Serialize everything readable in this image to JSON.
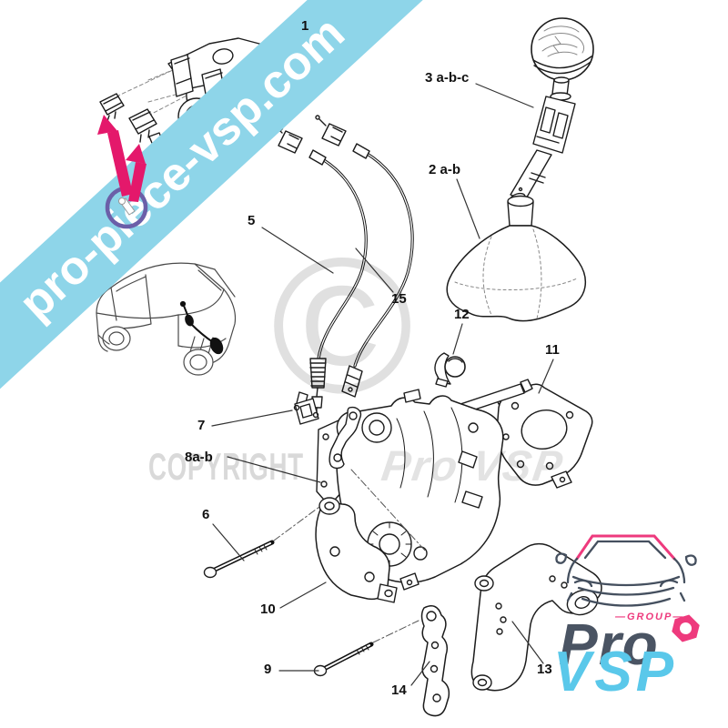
{
  "banner": {
    "text": "pro-piece-vsp.com",
    "bg": "#8ed5e9",
    "fg": "#ffffff"
  },
  "watermark": {
    "symbol": "©",
    "copyright": "COPYRIGHT",
    "brand": "Pro VSP",
    "color": "#dcdcdc"
  },
  "callouts": [
    {
      "id": "1",
      "text": "1"
    },
    {
      "id": "3abc",
      "text": "3 a-b-c"
    },
    {
      "id": "2ab",
      "text": "2 a-b"
    },
    {
      "id": "5",
      "text": "5"
    },
    {
      "id": "15",
      "text": "15"
    },
    {
      "id": "12",
      "text": "12"
    },
    {
      "id": "11",
      "text": "11"
    },
    {
      "id": "7",
      "text": "7"
    },
    {
      "id": "8ab",
      "text": "8a-b"
    },
    {
      "id": "6",
      "text": "6"
    },
    {
      "id": "10",
      "text": "10"
    },
    {
      "id": "9",
      "text": "9"
    },
    {
      "id": "14",
      "text": "14"
    },
    {
      "id": "13",
      "text": "13"
    }
  ],
  "logo": {
    "group": "—GROUP—",
    "pro": "Pro",
    "vsp": "VSP",
    "pink": "#ee3a7d",
    "dark": "#4a5463",
    "blue": "#5ac8ea"
  },
  "colors": {
    "banner_blue": "#8ed5e9",
    "arrow_pink": "#e4186b",
    "circle_purple": "#6b5fa8",
    "line": "#1c1c1c",
    "watermark_gray": "#dcdcdc"
  }
}
